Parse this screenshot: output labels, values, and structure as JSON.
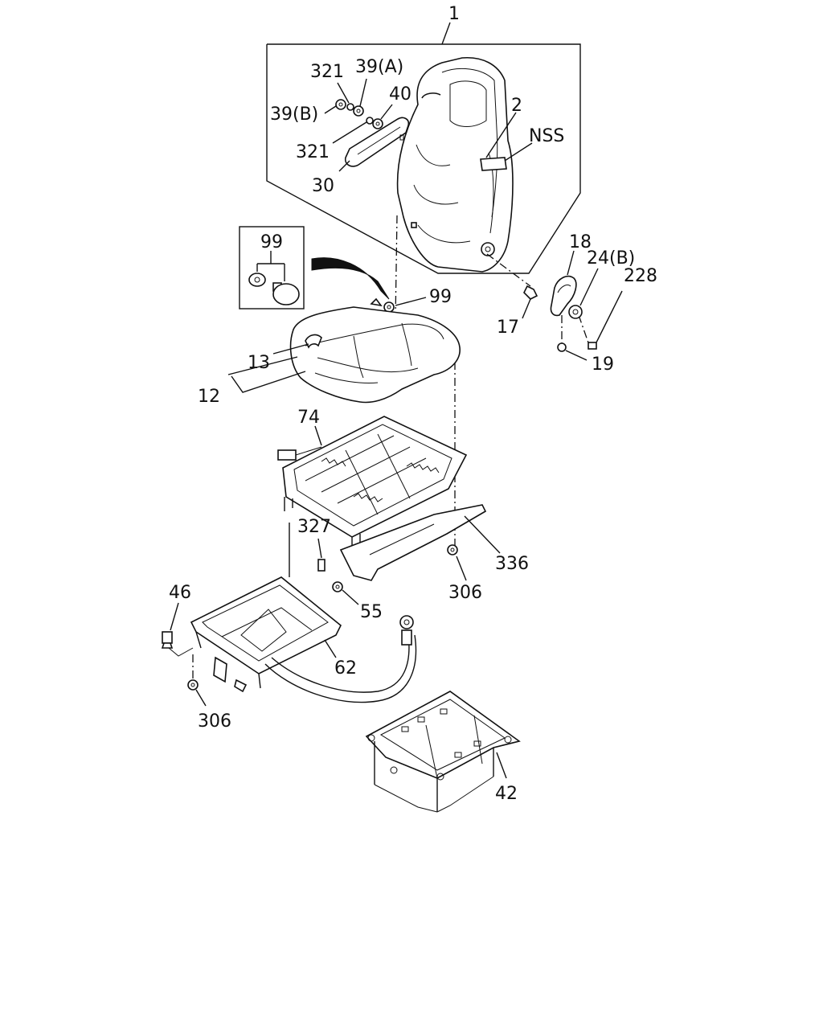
{
  "labels": {
    "l1": "1",
    "l321a": "321",
    "l39a": "39(A)",
    "l39b": "39(B)",
    "l40": "40",
    "l321b": "321",
    "l30": "30",
    "l2": "2",
    "lnss": "NSS",
    "l99box": "99",
    "l99": "99",
    "l18": "18",
    "l24b": "24(B)",
    "l228": "228",
    "l17": "17",
    "l19": "19",
    "l13": "13",
    "l12": "12",
    "l74": "74",
    "l327": "327",
    "l336": "336",
    "l306a": "306",
    "l46": "46",
    "l55": "55",
    "l62": "62",
    "l306b": "306",
    "l42": "42"
  }
}
